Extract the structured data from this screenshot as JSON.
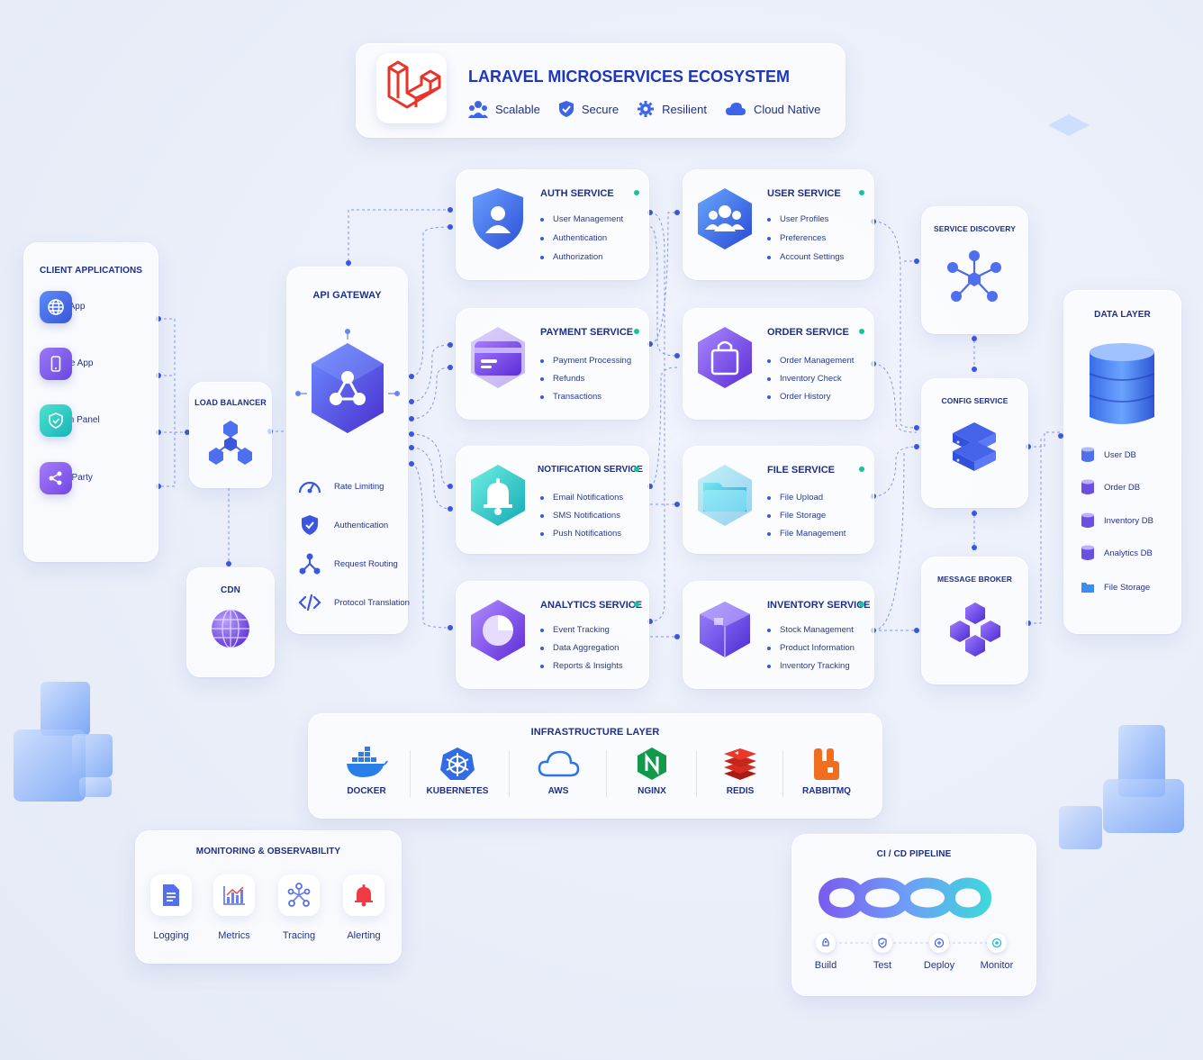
{
  "header": {
    "title": "LARAVEL MICROSERVICES ECOSYSTEM",
    "tags": [
      "Scalable",
      "Secure",
      "Resilient",
      "Cloud Native"
    ]
  },
  "client_apps": {
    "title": "CLIENT APPLICATIONS",
    "items": [
      "Web App",
      "Mobile App",
      "Admin Panel",
      "Third Party"
    ]
  },
  "load_balancer": {
    "title": "LOAD BALANCER"
  },
  "cdn": {
    "title": "CDN"
  },
  "api_gateway": {
    "title": "API GATEWAY",
    "features": [
      "Rate Limiting",
      "Authentication",
      "Request Routing",
      "Protocol Translation"
    ]
  },
  "services": [
    {
      "title": "AUTH SERVICE",
      "items": [
        "User Management",
        "Authentication",
        "Authorization"
      ]
    },
    {
      "title": "USER SERVICE",
      "items": [
        "User Profiles",
        "Preferences",
        "Account Settings"
      ]
    },
    {
      "title": "PAYMENT SERVICE",
      "items": [
        "Payment Processing",
        "Refunds",
        "Transactions"
      ]
    },
    {
      "title": "ORDER SERVICE",
      "items": [
        "Order Management",
        "Inventory Check",
        "Order History"
      ]
    },
    {
      "title": "NOTIFICATION SERVICE",
      "items": [
        "Email Notifications",
        "SMS Notifications",
        "Push Notifications"
      ]
    },
    {
      "title": "FILE SERVICE",
      "items": [
        "File Upload",
        "File Storage",
        "File Management"
      ]
    },
    {
      "title": "ANALYTICS SERVICE",
      "items": [
        "Event Tracking",
        "Data Aggregation",
        "Reports & Insights"
      ]
    },
    {
      "title": "INVENTORY SERVICE",
      "items": [
        "Stock Management",
        "Product Information",
        "Inventory Tracking"
      ]
    }
  ],
  "service_discovery": {
    "title": "SERVICE DISCOVERY"
  },
  "config_service": {
    "title": "CONFIG SERVICE"
  },
  "message_broker": {
    "title": "MESSAGE BROKER"
  },
  "data_layer": {
    "title": "DATA LAYER",
    "items": [
      "User DB",
      "Order DB",
      "Inventory DB",
      "Analytics DB",
      "File Storage"
    ]
  },
  "infrastructure": {
    "title": "INFRASTRUCTURE LAYER",
    "items": [
      "DOCKER",
      "KUBERNETES",
      "AWS",
      "NGINX",
      "REDIS",
      "RABBITMQ"
    ]
  },
  "monitoring": {
    "title": "MONITORING & OBSERVABILITY",
    "items": [
      "Logging",
      "Metrics",
      "Tracing",
      "Alerting"
    ]
  },
  "cicd": {
    "title": "CI / CD PIPELINE",
    "steps": [
      "Build",
      "Test",
      "Deploy",
      "Monitor"
    ]
  },
  "colors": {
    "accent": "#3d56e0",
    "status": "#19c39a",
    "laravel": "#e8342a",
    "title": "#1f2f86"
  }
}
